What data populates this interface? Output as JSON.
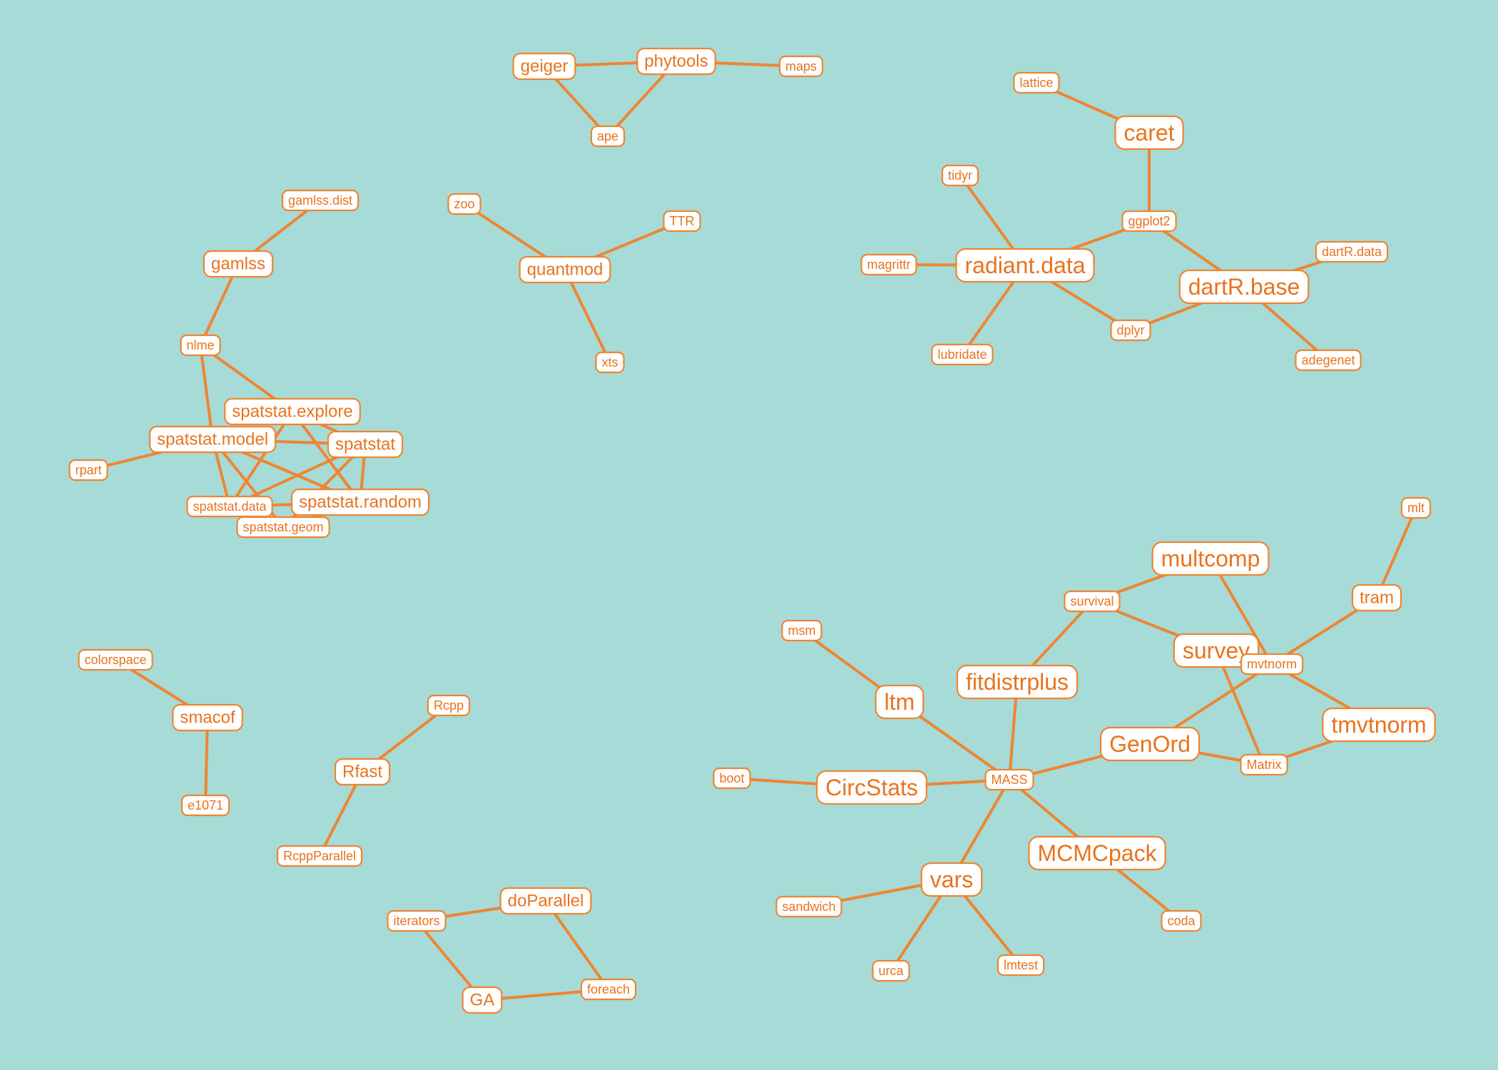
{
  "colors": {
    "background": "#a6dbd7",
    "edge": "#ef8530",
    "node_border": "#ef8530",
    "node_fill": "#ffffff",
    "node_text": "#e8731e"
  },
  "graph": {
    "nodes": [
      {
        "id": "geiger",
        "label": "geiger",
        "size": "m"
      },
      {
        "id": "phytools",
        "label": "phytools",
        "size": "m"
      },
      {
        "id": "maps",
        "label": "maps",
        "size": "s"
      },
      {
        "id": "ape",
        "label": "ape",
        "size": "s"
      },
      {
        "id": "lattice",
        "label": "lattice",
        "size": "s"
      },
      {
        "id": "caret",
        "label": "caret",
        "size": "l"
      },
      {
        "id": "tidyr",
        "label": "tidyr",
        "size": "s"
      },
      {
        "id": "ggplot2",
        "label": "ggplot2",
        "size": "s"
      },
      {
        "id": "dartR.data",
        "label": "dartR.data",
        "size": "s"
      },
      {
        "id": "magrittr",
        "label": "magrittr",
        "size": "s"
      },
      {
        "id": "radiant.data",
        "label": "radiant.data",
        "size": "l"
      },
      {
        "id": "dartR.base",
        "label": "dartR.base",
        "size": "l"
      },
      {
        "id": "dplyr",
        "label": "dplyr",
        "size": "s"
      },
      {
        "id": "lubridate",
        "label": "lubridate",
        "size": "s"
      },
      {
        "id": "adegenet",
        "label": "adegenet",
        "size": "s"
      },
      {
        "id": "zoo",
        "label": "zoo",
        "size": "s"
      },
      {
        "id": "TTR",
        "label": "TTR",
        "size": "s"
      },
      {
        "id": "quantmod",
        "label": "quantmod",
        "size": "m"
      },
      {
        "id": "xts",
        "label": "xts",
        "size": "s"
      },
      {
        "id": "gamlss.dist",
        "label": "gamlss.dist",
        "size": "s"
      },
      {
        "id": "gamlss",
        "label": "gamlss",
        "size": "m"
      },
      {
        "id": "nlme",
        "label": "nlme",
        "size": "s"
      },
      {
        "id": "spatstat.explore",
        "label": "spatstat.explore",
        "size": "m"
      },
      {
        "id": "spatstat.model",
        "label": "spatstat.model",
        "size": "m"
      },
      {
        "id": "spatstat",
        "label": "spatstat",
        "size": "m"
      },
      {
        "id": "rpart",
        "label": "rpart",
        "size": "s"
      },
      {
        "id": "spatstat.data",
        "label": "spatstat.data",
        "size": "s"
      },
      {
        "id": "spatstat.random",
        "label": "spatstat.random",
        "size": "m"
      },
      {
        "id": "spatstat.geom",
        "label": "spatstat.geom",
        "size": "s"
      },
      {
        "id": "mlt",
        "label": "mlt",
        "size": "s"
      },
      {
        "id": "multcomp",
        "label": "multcomp",
        "size": "l"
      },
      {
        "id": "survival",
        "label": "survival",
        "size": "s"
      },
      {
        "id": "tram",
        "label": "tram",
        "size": "m"
      },
      {
        "id": "msm",
        "label": "msm",
        "size": "s"
      },
      {
        "id": "survey",
        "label": "survey",
        "size": "l"
      },
      {
        "id": "mvtnorm",
        "label": "mvtnorm",
        "size": "s"
      },
      {
        "id": "fitdistrplus",
        "label": "fitdistrplus",
        "size": "l"
      },
      {
        "id": "ltm",
        "label": "ltm",
        "size": "l"
      },
      {
        "id": "tmvtnorm",
        "label": "tmvtnorm",
        "size": "l"
      },
      {
        "id": "GenOrd",
        "label": "GenOrd",
        "size": "l"
      },
      {
        "id": "Matrix",
        "label": "Matrix",
        "size": "s"
      },
      {
        "id": "boot",
        "label": "boot",
        "size": "s"
      },
      {
        "id": "CircStats",
        "label": "CircStats",
        "size": "l"
      },
      {
        "id": "MASS",
        "label": "MASS",
        "size": "s"
      },
      {
        "id": "MCMCpack",
        "label": "MCMCpack",
        "size": "l"
      },
      {
        "id": "vars",
        "label": "vars",
        "size": "l"
      },
      {
        "id": "sandwich",
        "label": "sandwich",
        "size": "s"
      },
      {
        "id": "coda",
        "label": "coda",
        "size": "s"
      },
      {
        "id": "urca",
        "label": "urca",
        "size": "s"
      },
      {
        "id": "lmtest",
        "label": "lmtest",
        "size": "s"
      },
      {
        "id": "colorspace",
        "label": "colorspace",
        "size": "s"
      },
      {
        "id": "smacof",
        "label": "smacof",
        "size": "m"
      },
      {
        "id": "e1071",
        "label": "e1071",
        "size": "s"
      },
      {
        "id": "Rcpp",
        "label": "Rcpp",
        "size": "s"
      },
      {
        "id": "Rfast",
        "label": "Rfast",
        "size": "m"
      },
      {
        "id": "RcppParallel",
        "label": "RcppParallel",
        "size": "s"
      },
      {
        "id": "doParallel",
        "label": "doParallel",
        "size": "m"
      },
      {
        "id": "iterators",
        "label": "iterators",
        "size": "s"
      },
      {
        "id": "GA",
        "label": "GA",
        "size": "m"
      },
      {
        "id": "foreach",
        "label": "foreach",
        "size": "s"
      }
    ],
    "edges": [
      [
        "geiger",
        "phytools"
      ],
      [
        "phytools",
        "maps"
      ],
      [
        "geiger",
        "ape"
      ],
      [
        "phytools",
        "ape"
      ],
      [
        "lattice",
        "caret"
      ],
      [
        "caret",
        "ggplot2"
      ],
      [
        "tidyr",
        "radiant.data"
      ],
      [
        "ggplot2",
        "radiant.data"
      ],
      [
        "ggplot2",
        "dartR.base"
      ],
      [
        "magrittr",
        "radiant.data"
      ],
      [
        "radiant.data",
        "lubridate"
      ],
      [
        "radiant.data",
        "dplyr"
      ],
      [
        "dplyr",
        "dartR.base"
      ],
      [
        "dartR.base",
        "dartR.data"
      ],
      [
        "dartR.base",
        "adegenet"
      ],
      [
        "zoo",
        "quantmod"
      ],
      [
        "TTR",
        "quantmod"
      ],
      [
        "quantmod",
        "xts"
      ],
      [
        "gamlss.dist",
        "gamlss"
      ],
      [
        "gamlss",
        "nlme"
      ],
      [
        "nlme",
        "spatstat.explore"
      ],
      [
        "nlme",
        "spatstat.model"
      ],
      [
        "rpart",
        "spatstat.model"
      ],
      [
        "spatstat.model",
        "spatstat"
      ],
      [
        "spatstat.model",
        "spatstat.data"
      ],
      [
        "spatstat.model",
        "spatstat.random"
      ],
      [
        "spatstat.model",
        "spatstat.geom"
      ],
      [
        "spatstat.explore",
        "spatstat"
      ],
      [
        "spatstat.explore",
        "spatstat.data"
      ],
      [
        "spatstat.explore",
        "spatstat.random"
      ],
      [
        "spatstat",
        "spatstat.data"
      ],
      [
        "spatstat",
        "spatstat.random"
      ],
      [
        "spatstat",
        "spatstat.geom"
      ],
      [
        "spatstat.data",
        "spatstat.random"
      ],
      [
        "spatstat.random",
        "spatstat.geom"
      ],
      [
        "mlt",
        "tram"
      ],
      [
        "tram",
        "mvtnorm"
      ],
      [
        "multcomp",
        "survival"
      ],
      [
        "multcomp",
        "mvtnorm"
      ],
      [
        "survival",
        "survey"
      ],
      [
        "survival",
        "fitdistrplus"
      ],
      [
        "survey",
        "mvtnorm"
      ],
      [
        "survey",
        "Matrix"
      ],
      [
        "mvtnorm",
        "tmvtnorm"
      ],
      [
        "mvtnorm",
        "GenOrd"
      ],
      [
        "tmvtnorm",
        "Matrix"
      ],
      [
        "GenOrd",
        "Matrix"
      ],
      [
        "GenOrd",
        "MASS"
      ],
      [
        "msm",
        "ltm"
      ],
      [
        "ltm",
        "MASS"
      ],
      [
        "fitdistrplus",
        "MASS"
      ],
      [
        "boot",
        "CircStats"
      ],
      [
        "CircStats",
        "MASS"
      ],
      [
        "MASS",
        "MCMCpack"
      ],
      [
        "MASS",
        "vars"
      ],
      [
        "MCMCpack",
        "coda"
      ],
      [
        "vars",
        "sandwich"
      ],
      [
        "vars",
        "urca"
      ],
      [
        "vars",
        "lmtest"
      ],
      [
        "colorspace",
        "smacof"
      ],
      [
        "smacof",
        "e1071"
      ],
      [
        "Rcpp",
        "Rfast"
      ],
      [
        "Rfast",
        "RcppParallel"
      ],
      [
        "iterators",
        "doParallel"
      ],
      [
        "iterators",
        "GA"
      ],
      [
        "doParallel",
        "foreach"
      ],
      [
        "GA",
        "foreach"
      ]
    ]
  }
}
